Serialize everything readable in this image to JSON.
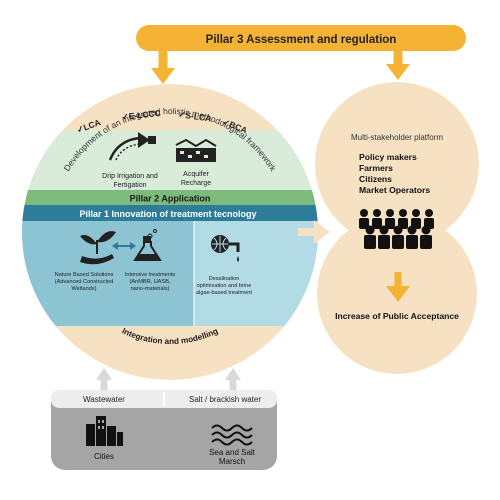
{
  "pillar3": {
    "label": "Pillar 3 Assessment and regulation"
  },
  "framework": {
    "arc_text": "Development of an integrated holistic methodological framework",
    "methods": [
      "✓LCA",
      "✓E-LCCC",
      "✓S-LCA",
      "✓BCA"
    ]
  },
  "pillar2": {
    "title": "Pillar 2 Application",
    "items": [
      {
        "icon": "drip-irrigation-icon",
        "label_lines": [
          "Drip Irrigation and",
          "Fertigation"
        ]
      },
      {
        "icon": "aquifer-recharge-icon",
        "label_lines": [
          "Acquifer",
          "Recharge"
        ]
      }
    ]
  },
  "pillar1": {
    "title": "Pillar 1 Innovation of treatment tecnology",
    "items": [
      {
        "icon": "seedling-hand-icon",
        "label_lines": [
          "Nature Based Solutions",
          "(Advanced Constructed",
          "Wetlands)"
        ]
      },
      {
        "icon": "flask-icon",
        "label_lines": [
          "Intensive treatments",
          "(AnMBR, UASB,",
          "nano-materials)"
        ]
      },
      {
        "icon": "desalination-icon",
        "label_lines": [
          "Desalination",
          "optimisation and brine",
          "algae-based treatment"
        ]
      }
    ],
    "footer": "Integration and modelling"
  },
  "stakeholders": {
    "title": "Multi-stakeholder platform",
    "groups": [
      "Policy makers",
      "Farmers",
      "Citizens",
      "Market Operators"
    ],
    "outcome": "Increase of Public Acceptance"
  },
  "sources": {
    "inputs": [
      "Wastewater",
      "Salt / brackish water"
    ],
    "items": [
      {
        "icon": "city-buildings-icon",
        "label_lines": [
          "Cities"
        ]
      },
      {
        "icon": "sea-waves-icon",
        "label_lines": [
          "Sea and Salt",
          "Marsch"
        ]
      }
    ]
  },
  "colors": {
    "orange": "#f5b335",
    "beige": "#f6e2c3",
    "green_light": "#d9ebd9",
    "green_bar": "#7dbb7a",
    "blue_bar": "#2d7d9a",
    "blue_light": "#8cc4d4",
    "blue_lighter": "#b3dbe6",
    "grey_panel": "#a5a5a5"
  }
}
